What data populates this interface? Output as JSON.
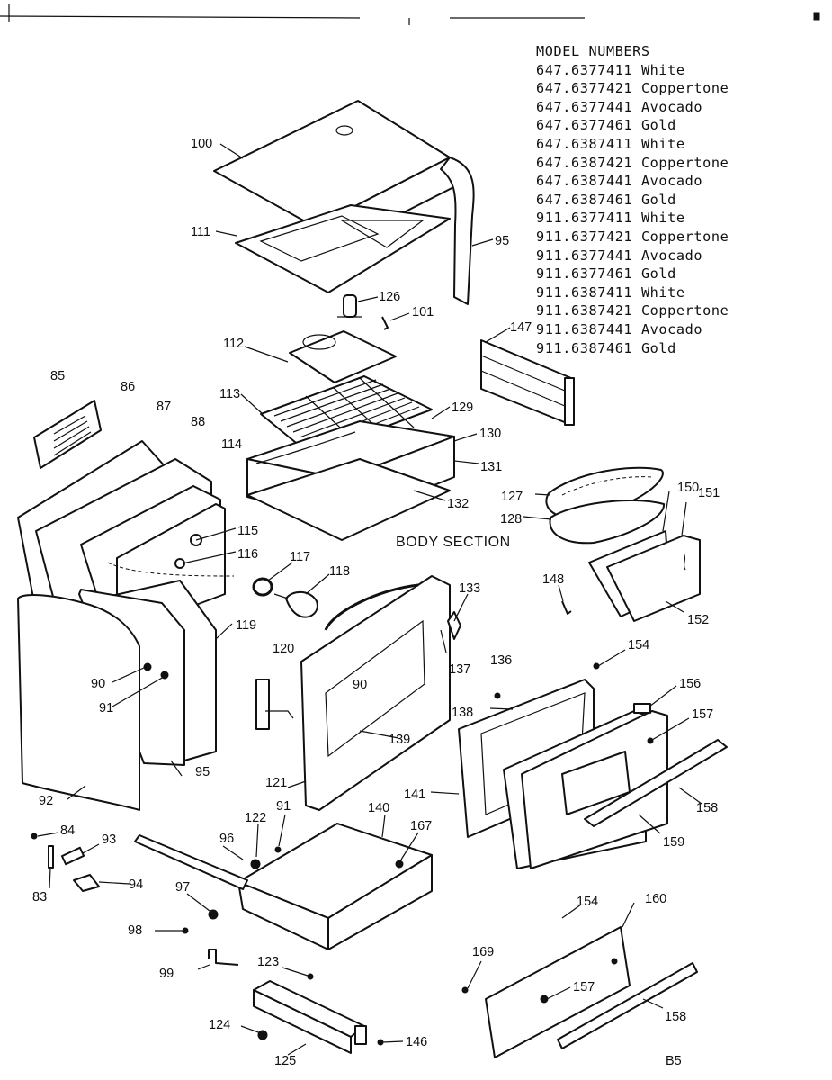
{
  "model_numbers": {
    "heading": "MODEL NUMBERS",
    "rows": [
      {
        "number": "647.6377411",
        "color": "White"
      },
      {
        "number": "647.6377421",
        "color": "Coppertone"
      },
      {
        "number": "647.6377441",
        "color": "Avocado"
      },
      {
        "number": "647.6377461",
        "color": "Gold"
      },
      {
        "number": "647.6387411",
        "color": "White"
      },
      {
        "number": "647.6387421",
        "color": "Coppertone"
      },
      {
        "number": "647.6387441",
        "color": "Avocado"
      },
      {
        "number": "647.6387461",
        "color": "Gold"
      },
      {
        "number": "911.6377411",
        "color": "White"
      },
      {
        "number": "911.6377421",
        "color": "Coppertone"
      },
      {
        "number": "911.6377441",
        "color": "Avocado"
      },
      {
        "number": "911.6377461",
        "color": "Gold"
      },
      {
        "number": "911.6387411",
        "color": "White"
      },
      {
        "number": "911.6387421",
        "color": "Coppertone"
      },
      {
        "number": "911.6387441",
        "color": "Avocado"
      },
      {
        "number": "911.6387461",
        "color": "Gold"
      }
    ]
  },
  "section_title": "BODY SECTION",
  "page_code": "B5",
  "parts": {
    "p100": "100",
    "p111": "111",
    "p95a": "95",
    "p126": "126",
    "p101": "101",
    "p147": "147",
    "p112": "112",
    "p113": "113",
    "p129": "129",
    "p130": "130",
    "p131": "131",
    "p132": "132",
    "p85": "85",
    "p86": "86",
    "p87": "87",
    "p88": "88",
    "p114": "114",
    "p115": "115",
    "p116": "116",
    "p117": "117",
    "p118": "118",
    "p127": "127",
    "p128": "128",
    "p150": "150",
    "p151": "151",
    "p148": "148",
    "p152": "152",
    "p133": "133",
    "p119": "119",
    "p120": "120",
    "p90a": "90",
    "p90b": "90",
    "p91a": "91",
    "p137": "137",
    "p136": "136",
    "p154a": "154",
    "p156": "156",
    "p138": "138",
    "p157a": "157",
    "p139": "139",
    "p95b": "95",
    "p92": "92",
    "p121": "121",
    "p141": "141",
    "p158a": "158",
    "p84": "84",
    "p93": "93",
    "p122": "122",
    "p91b": "91",
    "p140": "140",
    "p167": "167",
    "p96": "96",
    "p159": "159",
    "p83": "83",
    "p94": "94",
    "p97": "97",
    "p98": "98",
    "p154b": "154",
    "p160": "160",
    "p169": "169",
    "p99": "99",
    "p123": "123",
    "p157b": "157",
    "p158b": "158",
    "p124": "124",
    "p146": "146",
    "p125": "125"
  }
}
